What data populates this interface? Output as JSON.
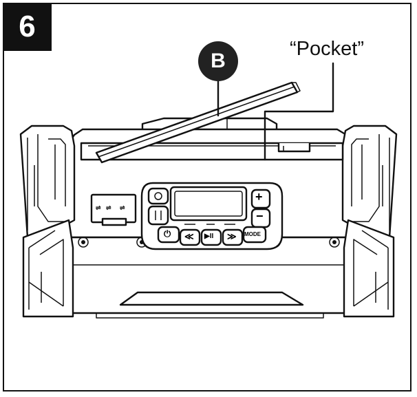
{
  "step_number": "6",
  "callout": {
    "letter": "B"
  },
  "pocket_label": "“Pocket”",
  "control_panel": {
    "mode_label": "MODE",
    "plus_glyph": "+",
    "minus_glyph": "−",
    "power_glyph": "⏻",
    "prev_glyph": "≪",
    "play_glyph": "▶II",
    "next_glyph": "≫"
  }
}
